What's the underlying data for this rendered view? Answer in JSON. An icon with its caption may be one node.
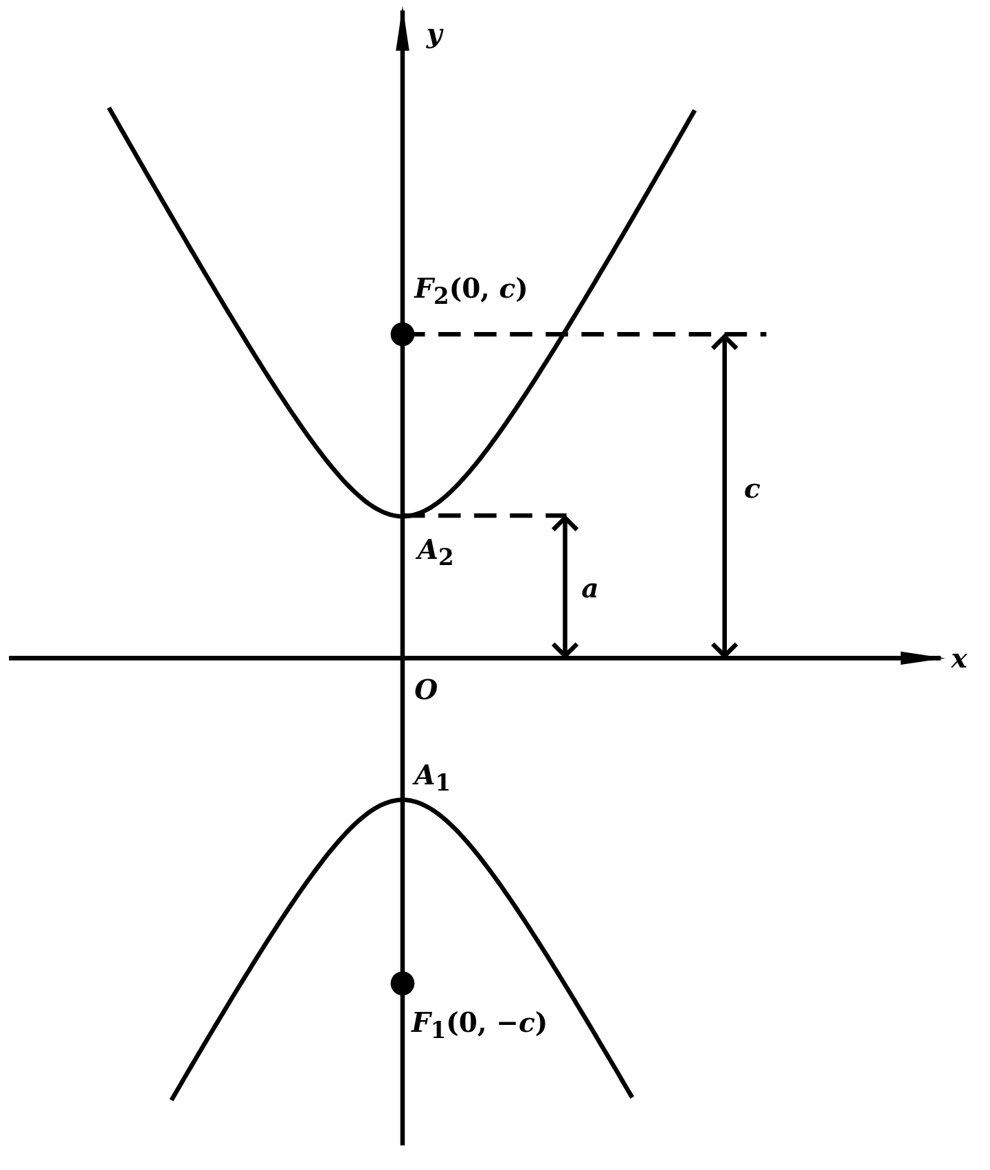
{
  "diagram": {
    "labels": [
      "y",
      "*F*$_{2}$(0, *c*)",
      "c",
      "*A*$_{2}$",
      "a",
      "x",
      "O",
      "*A*$_{1}$",
      "*F*$_{1}$(0, −*c*)"
    ]
  }
}
